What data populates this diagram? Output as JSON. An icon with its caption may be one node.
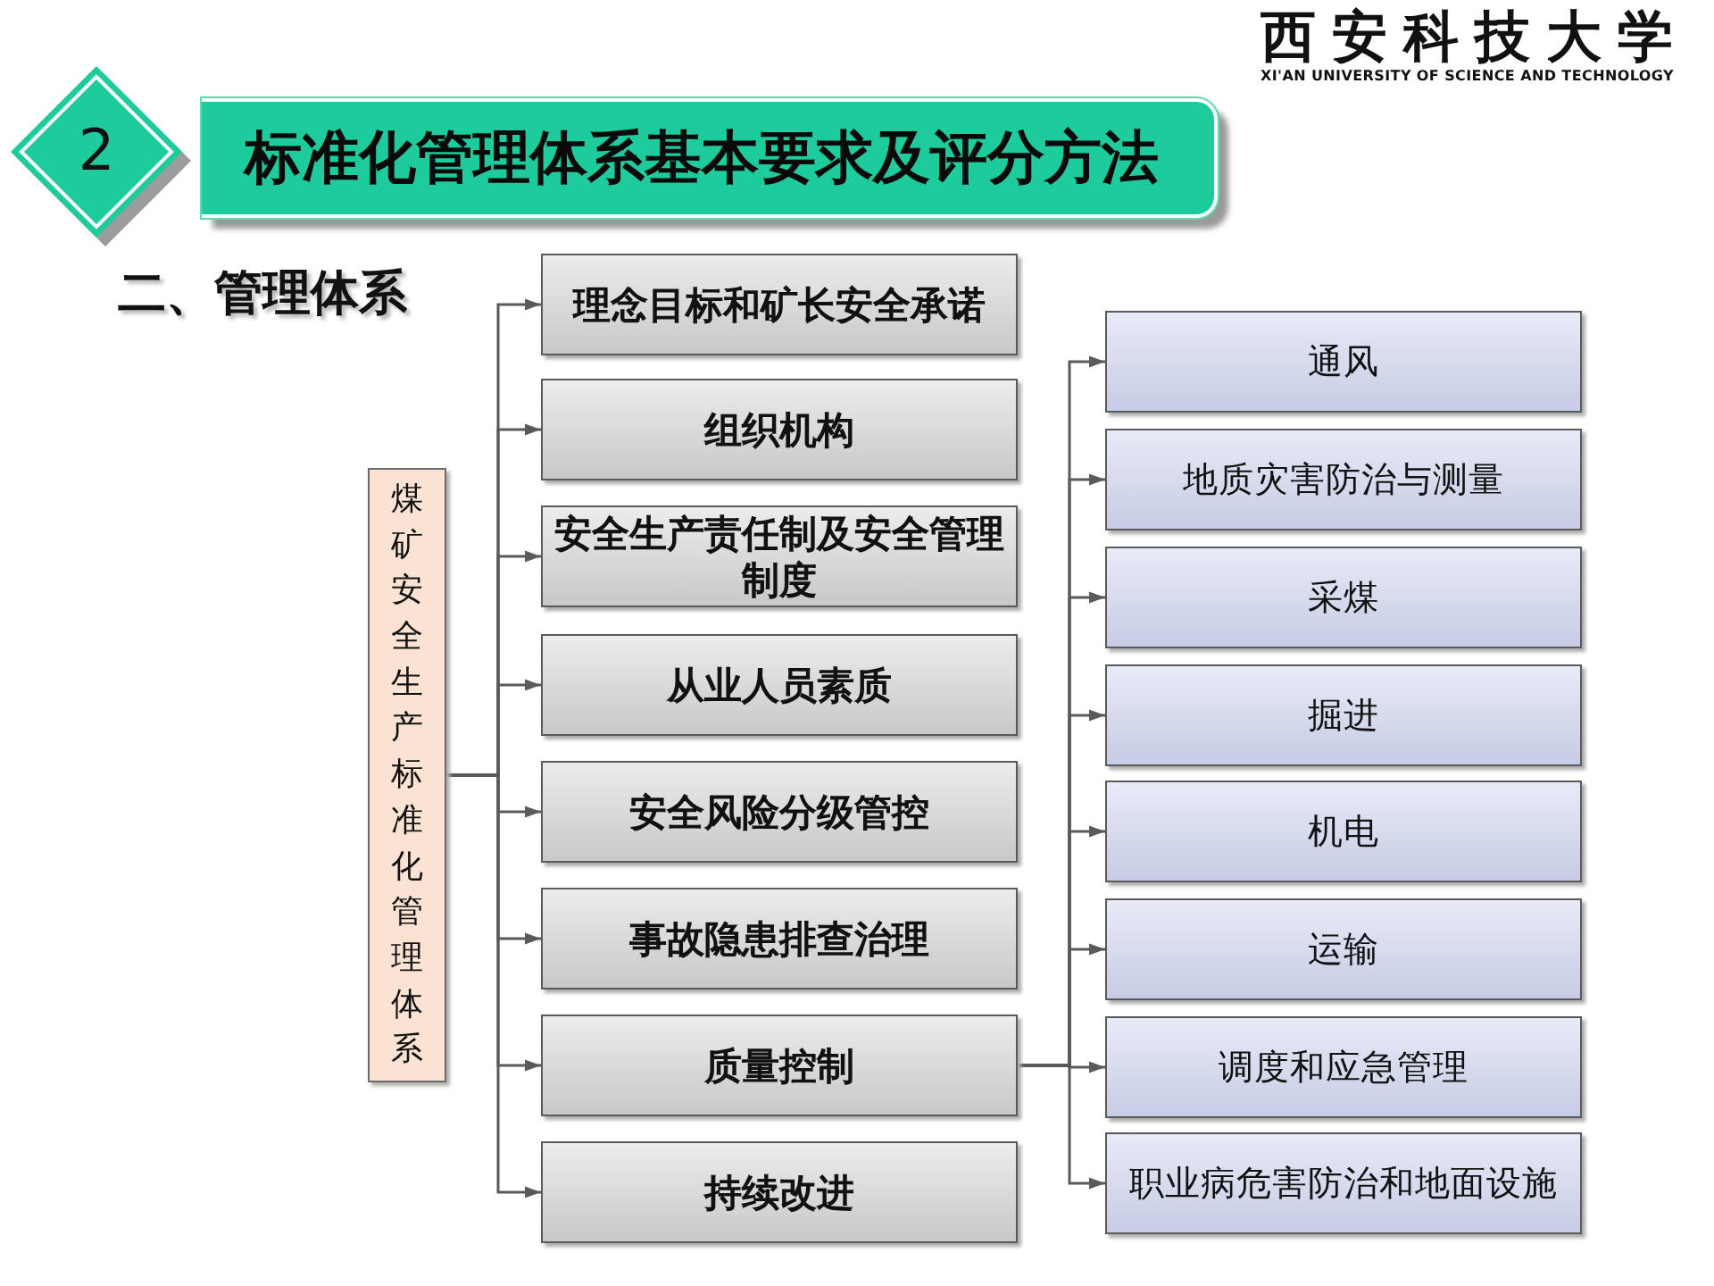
{
  "diagram": {
    "nodes": [
      {
        "text": [
          "2"
        ]
      },
      {
        "text": [
          "标准化管理体系基本要求及评分方法"
        ]
      },
      {
        "text": [
          "煤矿安全生产标准化管理体系"
        ]
      },
      {
        "text": [
          "理念目标和矿长安全承诺"
        ]
      },
      {
        "text": [
          "组织机构"
        ]
      },
      {
        "text": [
          "安全生产责任制及安全管理制度"
        ]
      },
      {
        "text": [
          "从业人员素质"
        ]
      },
      {
        "text": [
          "安全风险分级管控"
        ]
      },
      {
        "text": [
          "事故隐患排查治理"
        ]
      },
      {
        "text": [
          "质量控制"
        ]
      },
      {
        "text": [
          "持续改进"
        ]
      },
      {
        "text": [
          "通风"
        ]
      },
      {
        "text": [
          "地质灾害防治与测量"
        ]
      },
      {
        "text": [
          "采煤"
        ]
      },
      {
        "text": [
          "掘进"
        ]
      },
      {
        "text": [
          "机电"
        ]
      },
      {
        "text": [
          "运输"
        ]
      },
      {
        "text": [
          "调度和应急管理"
        ]
      },
      {
        "text": [
          "职业病危害防治和地面设施"
        ]
      }
    ],
    "edges": [
      {
        "from": 2,
        "to": 3,
        "arrow": "to"
      },
      {
        "from": 2,
        "to": 4,
        "arrow": "to"
      },
      {
        "from": 2,
        "to": 5,
        "arrow": "to"
      },
      {
        "from": 2,
        "to": 6,
        "arrow": "to"
      },
      {
        "from": 2,
        "to": 7,
        "arrow": "to"
      },
      {
        "from": 2,
        "to": 8,
        "arrow": "to"
      },
      {
        "from": 2,
        "to": 9,
        "arrow": "to"
      },
      {
        "from": 2,
        "to": 10,
        "arrow": "to"
      },
      {
        "from": 9,
        "to": 11,
        "arrow": "to"
      },
      {
        "from": 9,
        "to": 12,
        "arrow": "to"
      },
      {
        "from": 9,
        "to": 13,
        "arrow": "to"
      },
      {
        "from": 9,
        "to": 14,
        "arrow": "to"
      },
      {
        "from": 9,
        "to": 15,
        "arrow": "to"
      },
      {
        "from": 9,
        "to": 16,
        "arrow": "to"
      },
      {
        "from": 9,
        "to": 17,
        "arrow": "to"
      },
      {
        "from": 9,
        "to": 18,
        "arrow": "to"
      }
    ],
    "labels": [
      "二、管理体系",
      "西安科技大学",
      "XI'AN UNIVERSITY OF SCIENCE AND TECHNOLOGY"
    ]
  }
}
